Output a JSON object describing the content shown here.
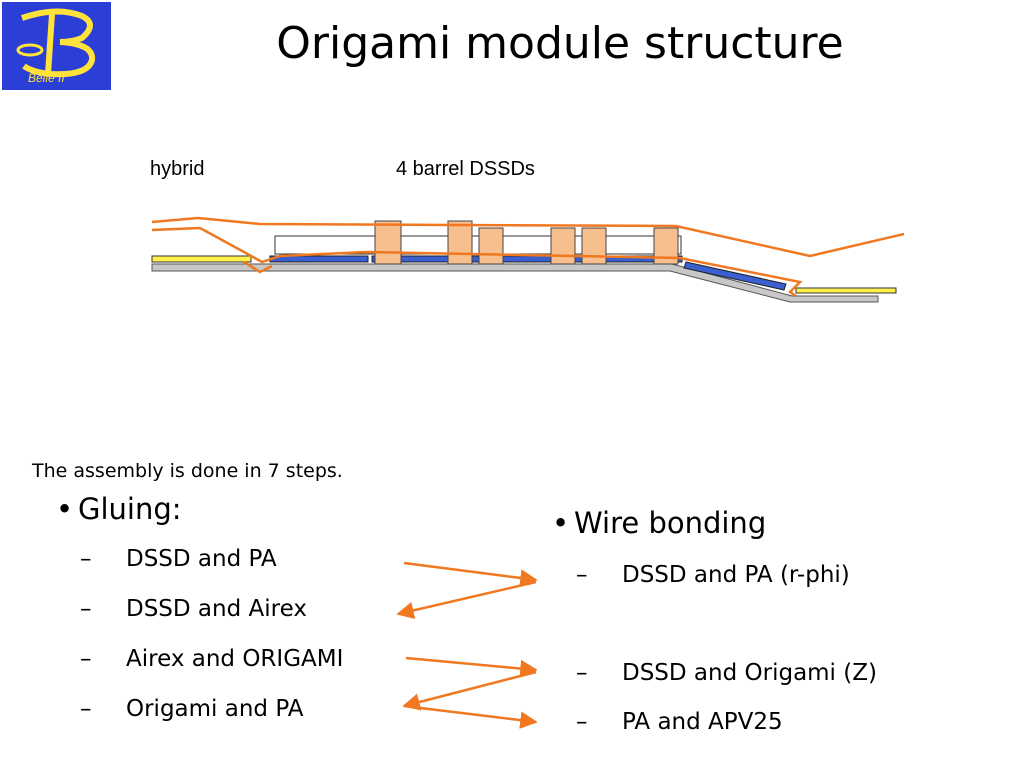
{
  "logo": {
    "text": "Belle II"
  },
  "title": "Origami module structure",
  "diagram": {
    "label_hybrid": "hybrid",
    "label_dssds": "4 barrel DSSDs",
    "colors": {
      "orange": "#f07820",
      "chip": "#f7be8e",
      "blue": "#3a5fd0",
      "yellow": "#fff04a",
      "gray": "#c8c8c8"
    }
  },
  "note": "The assembly is done in 7 steps.",
  "gluing": {
    "heading": "Gluing:",
    "items": [
      "DSSD and PA",
      "DSSD and Airex",
      "Airex and ORIGAMI",
      "Origami and PA"
    ]
  },
  "bonding": {
    "heading": "Wire bonding",
    "items": [
      "DSSD and PA  (r-phi)",
      "DSSD and Origami (Z)",
      "PA and APV25"
    ]
  }
}
